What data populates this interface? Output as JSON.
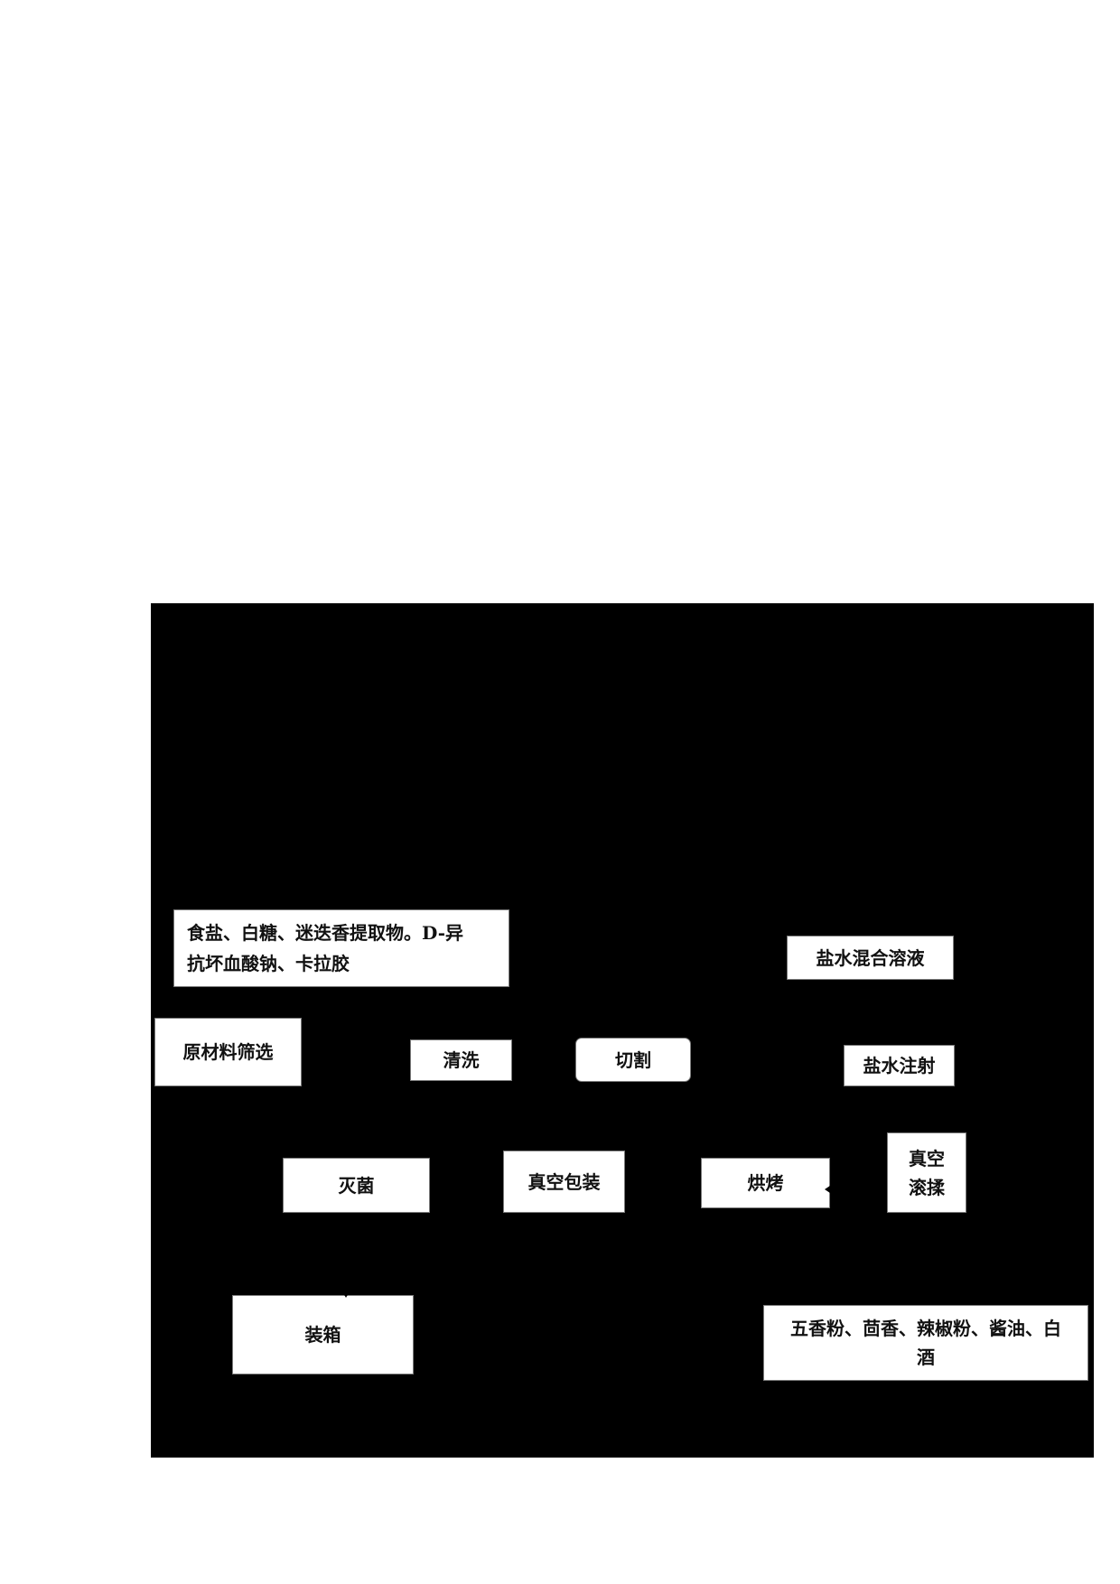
{
  "diagram": {
    "type": "process-flowchart",
    "background_color": "#000000",
    "node_fill": "#ffffff",
    "nodes": [
      {
        "id": "additives",
        "label": "食盐、白糖、迷迭香提取物。D-异抗坏血酸钠、卡拉胶",
        "role": "input"
      },
      {
        "id": "brine_mix",
        "label": "盐水混合溶液",
        "role": "input"
      },
      {
        "id": "screening",
        "label": "原材料筛选",
        "role": "step"
      },
      {
        "id": "washing",
        "label": "清洗",
        "role": "step"
      },
      {
        "id": "cutting",
        "label": "切割",
        "role": "step"
      },
      {
        "id": "brine_injection",
        "label": "盐水注射",
        "role": "step"
      },
      {
        "id": "vacuum_tumbling",
        "label": "真空滚揉",
        "role": "step"
      },
      {
        "id": "baking",
        "label": "烘烤",
        "role": "step"
      },
      {
        "id": "vacuum_packing",
        "label": "真空包装",
        "role": "step"
      },
      {
        "id": "sterilization",
        "label": "灭菌",
        "role": "step"
      },
      {
        "id": "boxing",
        "label": "装箱",
        "role": "step"
      },
      {
        "id": "spices",
        "label": "五香粉、茴香、辣椒粉、酱油、白酒",
        "role": "input"
      }
    ],
    "edges": [
      {
        "from": "additives",
        "to": "brine_mix"
      },
      {
        "from": "brine_mix",
        "to": "brine_injection"
      },
      {
        "from": "screening",
        "to": "washing"
      },
      {
        "from": "washing",
        "to": "cutting"
      },
      {
        "from": "cutting",
        "to": "brine_injection"
      },
      {
        "from": "brine_injection",
        "to": "vacuum_tumbling"
      },
      {
        "from": "spices",
        "to": "vacuum_tumbling"
      },
      {
        "from": "vacuum_tumbling",
        "to": "baking"
      },
      {
        "from": "baking",
        "to": "vacuum_packing"
      },
      {
        "from": "vacuum_packing",
        "to": "sterilization"
      },
      {
        "from": "sterilization",
        "to": "boxing"
      }
    ]
  },
  "labels": {
    "additives_line1": "食盐、白糖、迷迭香提取物。D-异",
    "additives_line2": "抗坏血酸钠、卡拉胶",
    "brine_mix": "盐水混合溶液",
    "screening": "原材料筛选",
    "washing": "清洗",
    "cutting": "切割",
    "brine_injection": "盐水注射",
    "vacuum_tumbling_line1": "真空",
    "vacuum_tumbling_line2": "滚揉",
    "baking": "烘烤",
    "vacuum_packing": "真空包装",
    "sterilization": "灭菌",
    "boxing": "装箱",
    "spices_line1": "五香粉、茴香、辣椒粉、酱油、白",
    "spices_line2": "酒"
  }
}
